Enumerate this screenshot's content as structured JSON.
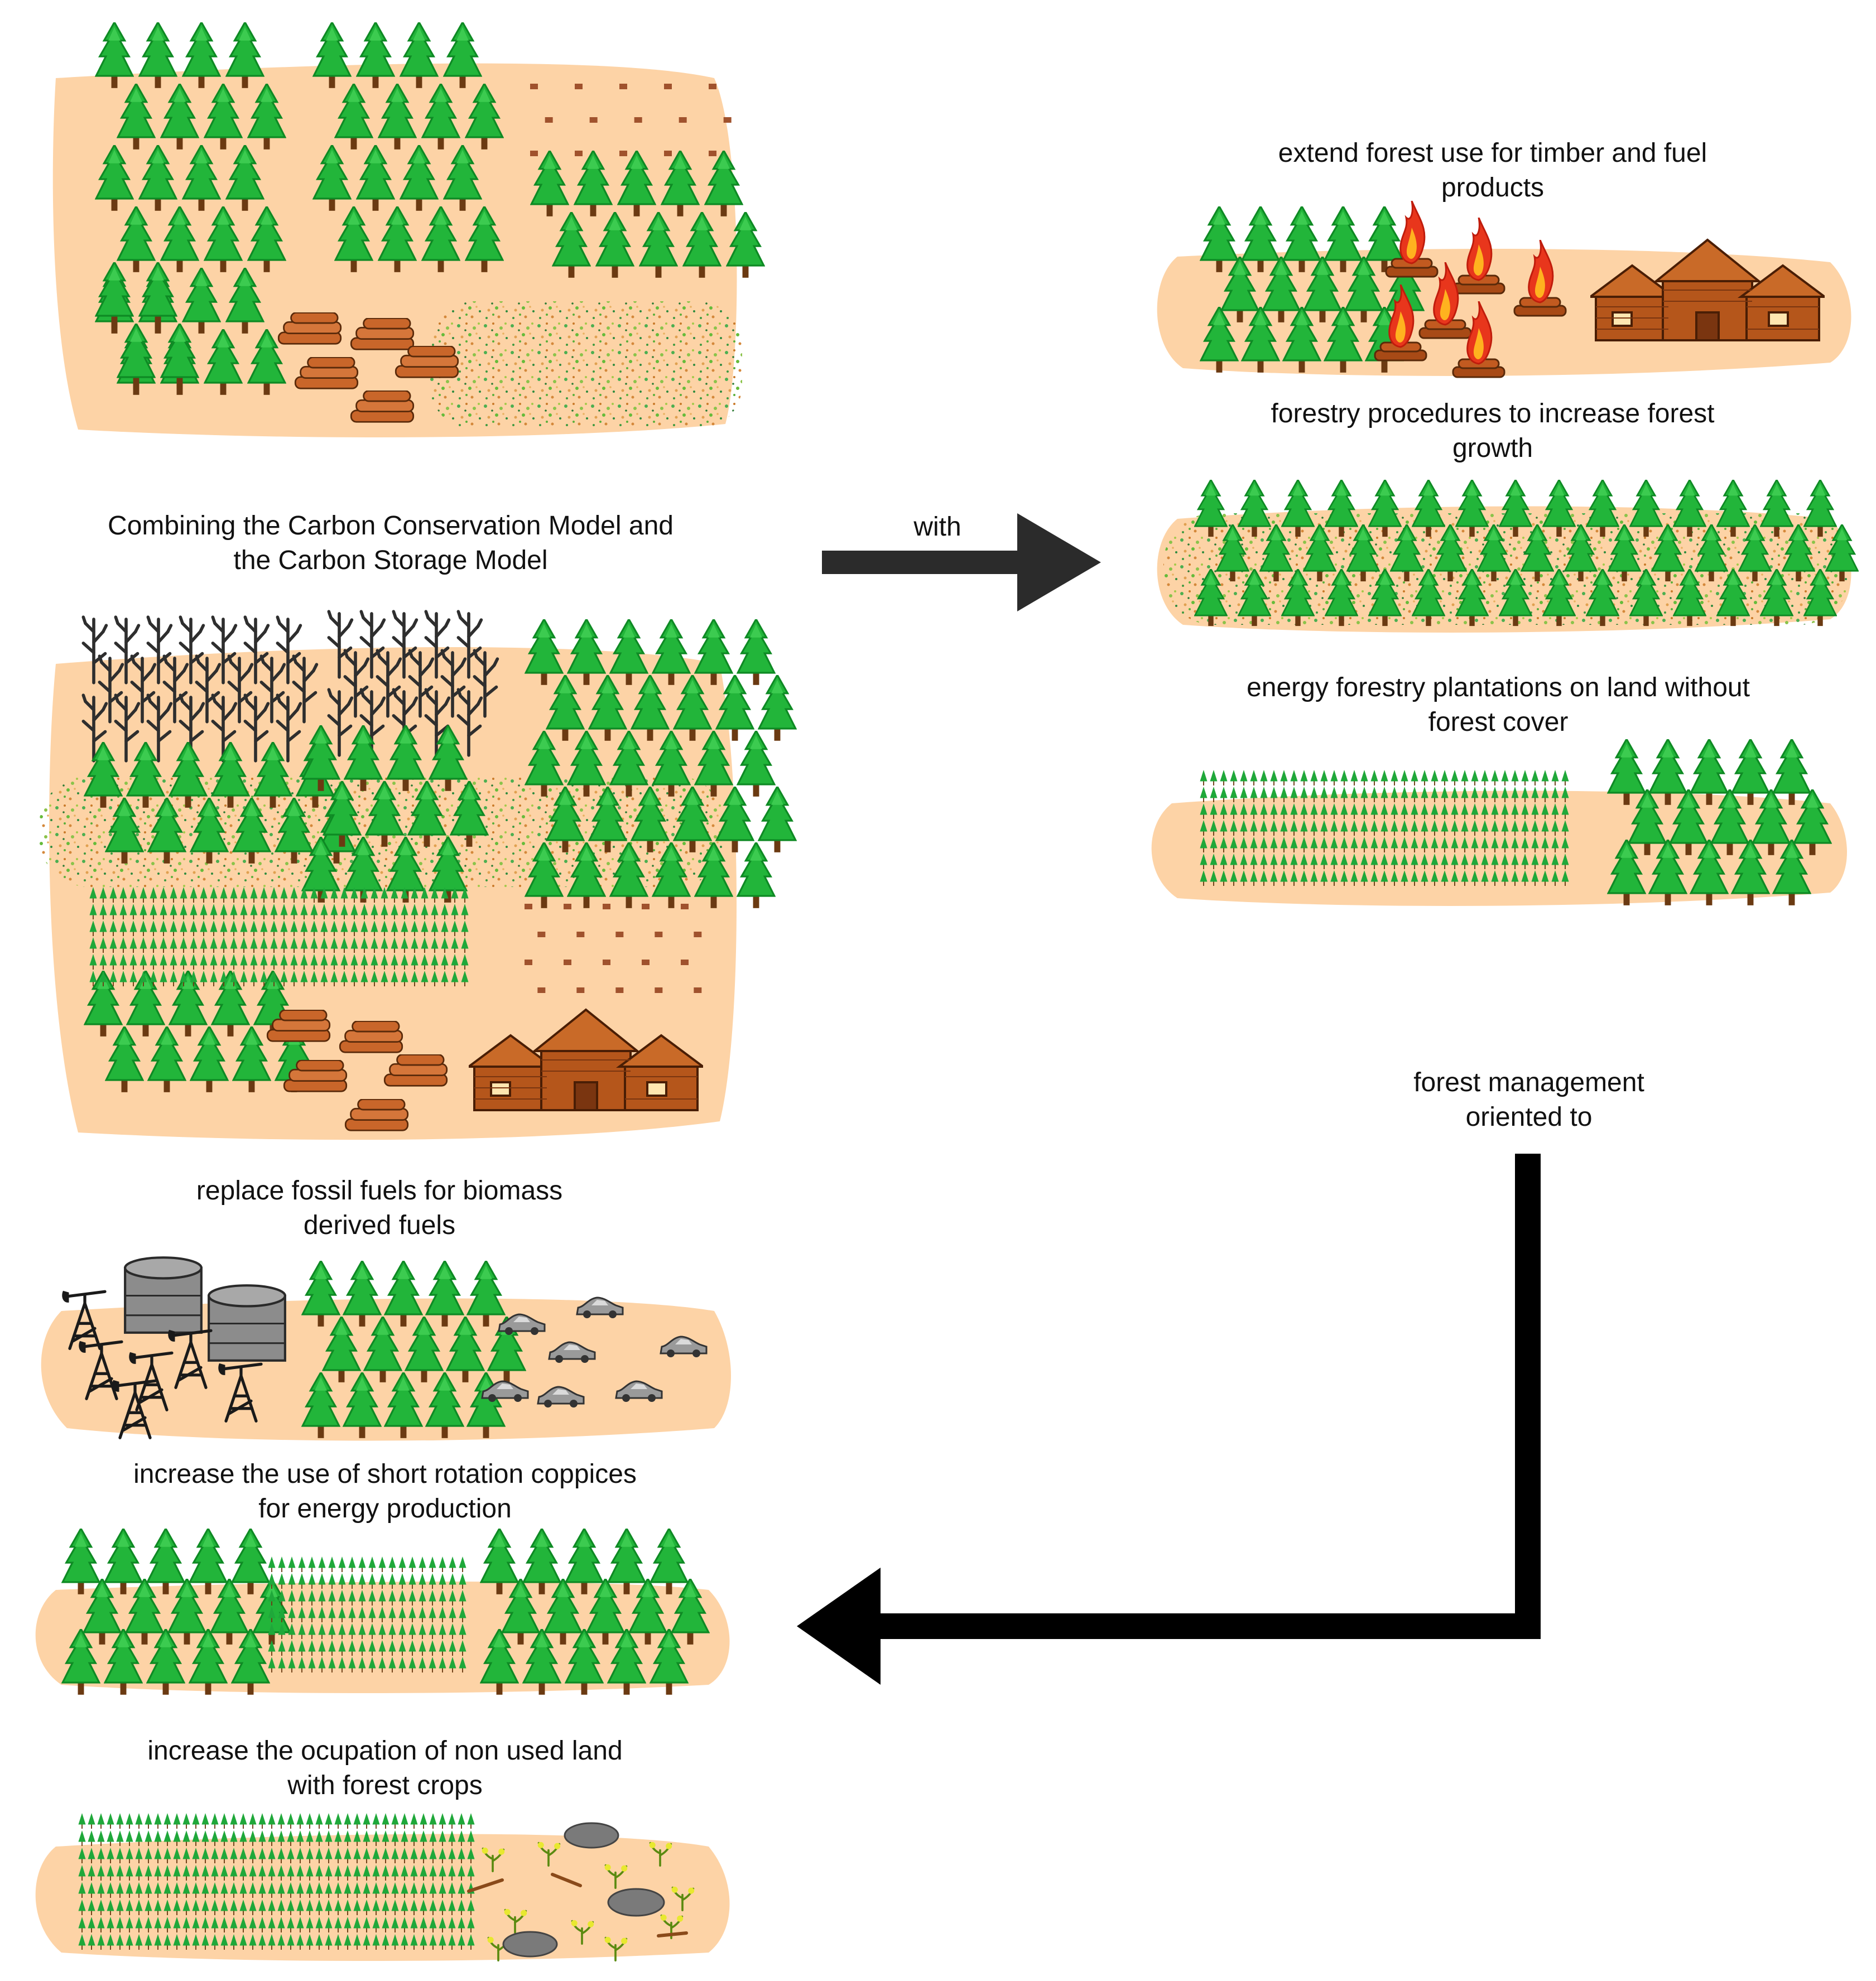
{
  "diagram": {
    "main_caption": {
      "line1": "Combining the Carbon Conservation Model and",
      "line2": "the Carbon Storage Model"
    },
    "with_label": "with",
    "forest_management_label": {
      "line1": "forest management",
      "line2": "oriented to"
    },
    "right_panels": {
      "timber": {
        "line1": "extend forest use for timber and fuel",
        "line2": "products"
      },
      "growth": {
        "line1": "forestry procedures to increase forest",
        "line2": "growth"
      },
      "energy": {
        "line1": "energy forestry plantations on land without",
        "line2": "forest cover"
      }
    },
    "left_panels": {
      "fossil": {
        "line1": "replace fossil fuels for biomass",
        "line2": "derived fuels"
      },
      "coppice": {
        "line1": "increase the use of short rotation coppices",
        "line2": "for energy production"
      },
      "land": {
        "line1": "increase the ocupation of non used land",
        "line2": "with forest crops"
      }
    },
    "colors": {
      "ground": "#FDD3A6",
      "tree_light": "#22B53A",
      "tree_dark": "#0E8A24",
      "trunk": "#6B3A12",
      "cabin": "#B5561B",
      "fire": "#E8361C",
      "arrow": "#2B2B2B",
      "arrow_black": "#000000",
      "tank": "#8C8C8C",
      "rock": "#7A7A7A"
    }
  }
}
